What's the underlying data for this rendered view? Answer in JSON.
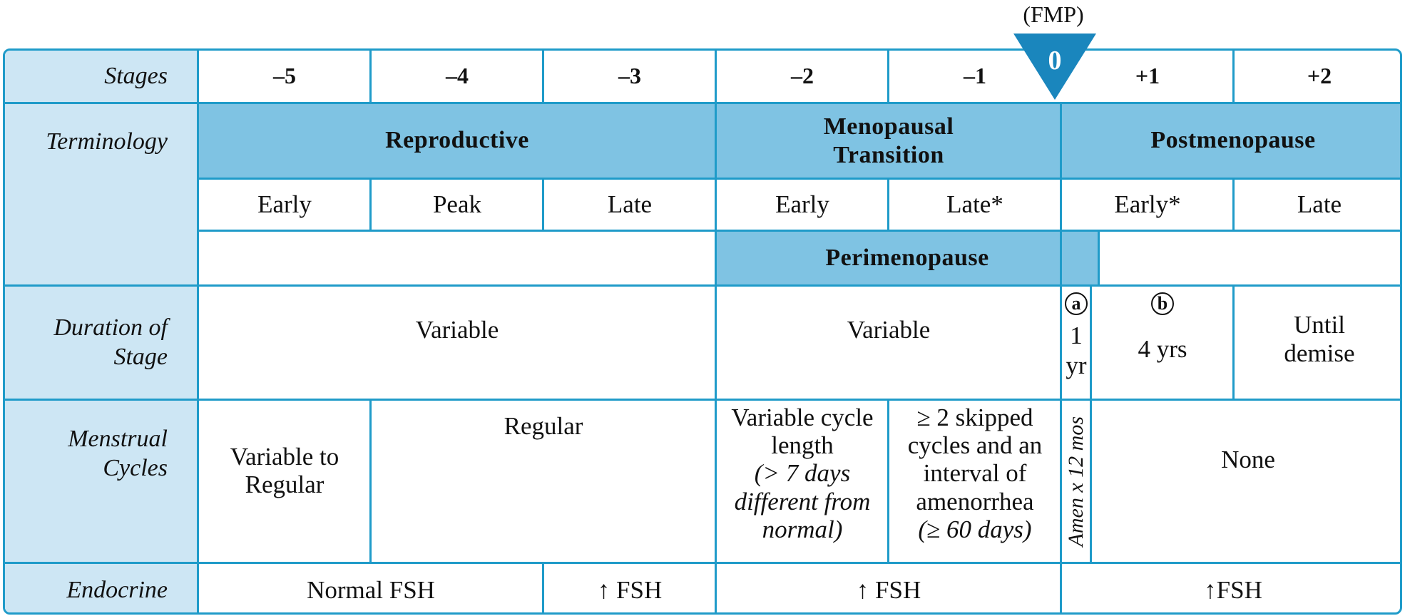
{
  "fmp_label": "(FMP)",
  "fmp_marker": "0",
  "row_labels": {
    "stages": "Stages",
    "terminology": "Terminology",
    "duration": "Duration of Stage",
    "menstrual": "Menstrual Cycles",
    "endocrine": "Endocrine"
  },
  "stages": [
    "–5",
    "–4",
    "–3",
    "–2",
    "–1",
    "+1",
    "+2"
  ],
  "terminology": {
    "reproductive": "Reproductive",
    "menopausal_transition": "Menopausal Transition",
    "postmenopause": "Postmenopause",
    "perimenopause": "Perimenopause",
    "substages": [
      "Early",
      "Peak",
      "Late",
      "Early",
      "Late*",
      "Early*",
      "Late"
    ]
  },
  "duration": {
    "reproductive": "Variable",
    "transition": "Variable",
    "a_marker": "a",
    "a_value": "1 yr",
    "b_marker": "b",
    "b_value": "4 yrs",
    "late_post": "Until demise"
  },
  "menstrual": {
    "early": "Variable to Regular",
    "peak_late": "Regular",
    "early_transition_main": "Variable cycle length",
    "early_transition_note": "(> 7 days different from normal)",
    "late_transition_main": "≥ 2 skipped cycles and an interval of amenorrhea",
    "late_transition_note": "(≥ 60 days)",
    "amen": "Amen x 12 mos",
    "post": "None"
  },
  "endocrine": {
    "early_peak": "Normal FSH",
    "late": "↑ FSH",
    "transition": "↑ FSH",
    "post": "↑FSH"
  },
  "colors": {
    "border": "#1f9bc9",
    "band": "#7fc3e3",
    "side": "#cde6f4",
    "marker": "#1a86bd"
  }
}
